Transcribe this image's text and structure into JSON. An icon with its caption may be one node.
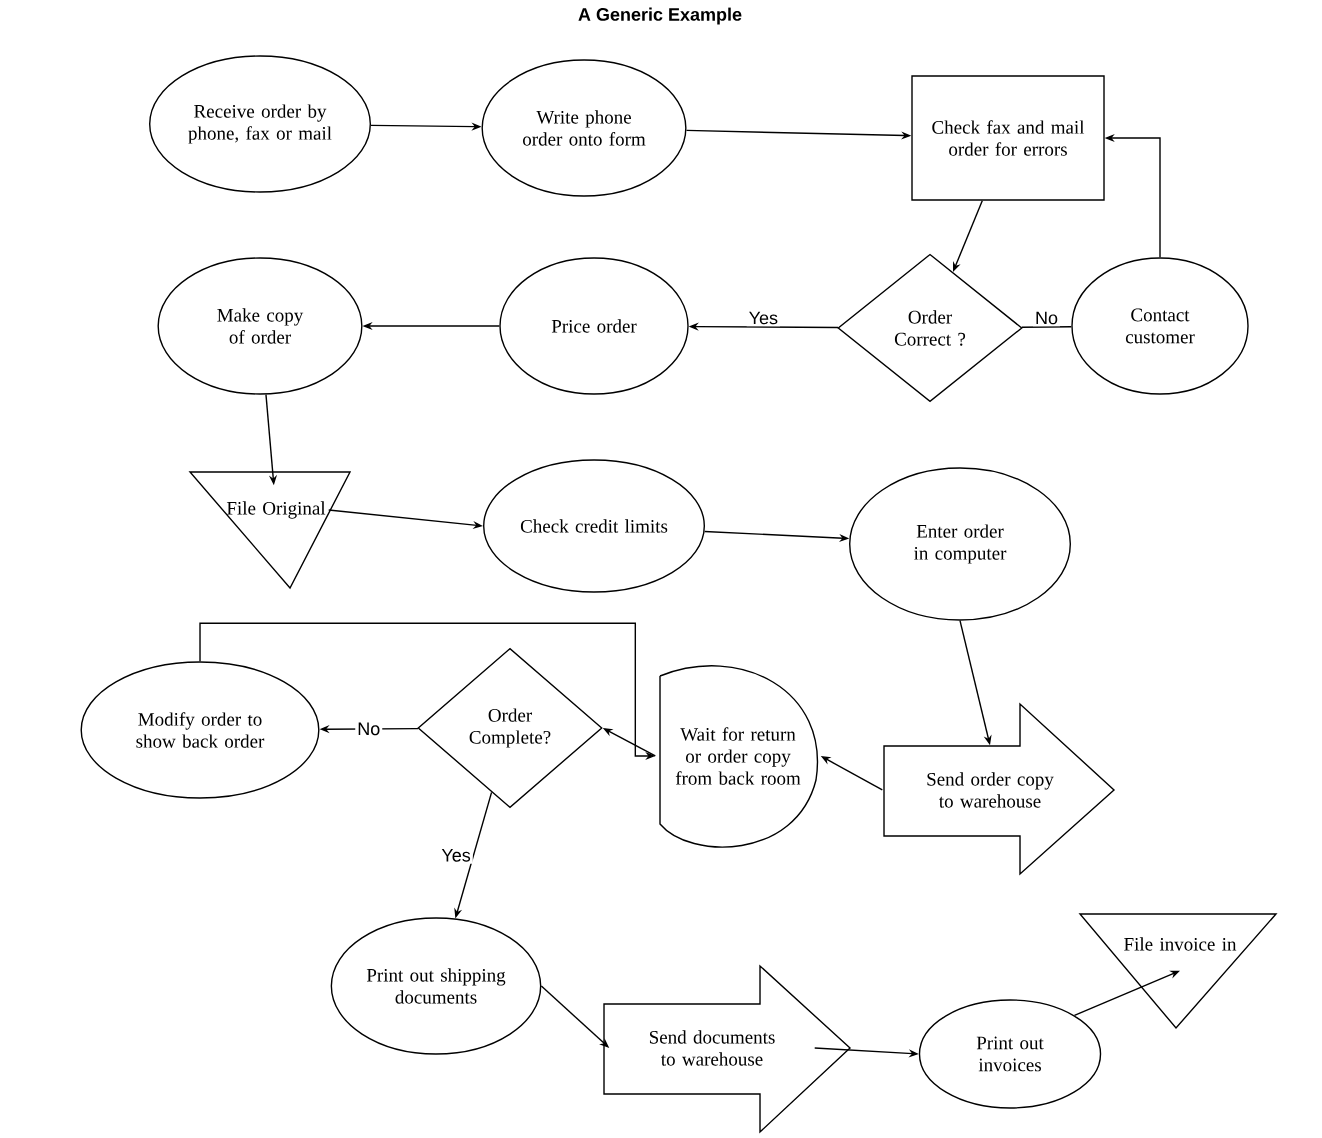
{
  "diagram": {
    "title": "A Generic Example",
    "nodes": [
      {
        "text": [
          "Receive order by phone, fax or mail"
        ]
      },
      {
        "text": [
          "Write phone order onto form"
        ]
      },
      {
        "text": [
          "Check fax and mail order for errors"
        ]
      },
      {
        "text": [
          "Order Correct ?"
        ]
      },
      {
        "text": [
          "Contact customer"
        ]
      },
      {
        "text": [
          "Price order"
        ]
      },
      {
        "text": [
          "Make copy of order"
        ]
      },
      {
        "text": [
          "File Original"
        ]
      },
      {
        "text": [
          "Check credit limits"
        ]
      },
      {
        "text": [
          "Enter order in computer"
        ]
      },
      {
        "text": [
          "Send order copy to warehouse"
        ]
      },
      {
        "text": [
          "Wait for return or order copy from back room"
        ]
      },
      {
        "text": [
          "Order Complete?"
        ]
      },
      {
        "text": [
          "Modify order to show back order"
        ]
      },
      {
        "text": [
          "Print out shipping documents"
        ]
      },
      {
        "text": [
          "Send documents to warehouse"
        ]
      },
      {
        "text": [
          "Print out invoices"
        ]
      },
      {
        "text": [
          "File invoice in"
        ]
      }
    ],
    "edges": [
      {
        "from": 0,
        "to": 1,
        "arrow": "to"
      },
      {
        "from": 1,
        "to": 2,
        "arrow": "to"
      },
      {
        "from": 2,
        "to": 3,
        "arrow": "to"
      },
      {
        "from": 4,
        "to": 2,
        "arrow": "to"
      },
      {
        "from": 3,
        "to": 4,
        "arrow": "none",
        "label": "No"
      },
      {
        "from": 3,
        "to": 5,
        "arrow": "to",
        "label": "Yes"
      },
      {
        "from": 5,
        "to": 6,
        "arrow": "to"
      },
      {
        "from": 6,
        "to": 7,
        "arrow": "to"
      },
      {
        "from": 7,
        "to": 8,
        "arrow": "to"
      },
      {
        "from": 8,
        "to": 9,
        "arrow": "to"
      },
      {
        "from": 9,
        "to": 10,
        "arrow": "to"
      },
      {
        "from": 10,
        "to": 11,
        "arrow": "to"
      },
      {
        "from": 11,
        "to": 12,
        "arrow": "to"
      },
      {
        "from": 12,
        "to": 13,
        "arrow": "to",
        "label": "No"
      },
      {
        "from": 13,
        "to": 11,
        "arrow": "to"
      },
      {
        "from": 12,
        "to": 14,
        "arrow": "to",
        "label": "Yes"
      },
      {
        "from": 14,
        "to": 15,
        "arrow": "to"
      },
      {
        "from": 15,
        "to": 16,
        "arrow": "to"
      },
      {
        "from": 16,
        "to": 17,
        "arrow": "to"
      }
    ]
  }
}
